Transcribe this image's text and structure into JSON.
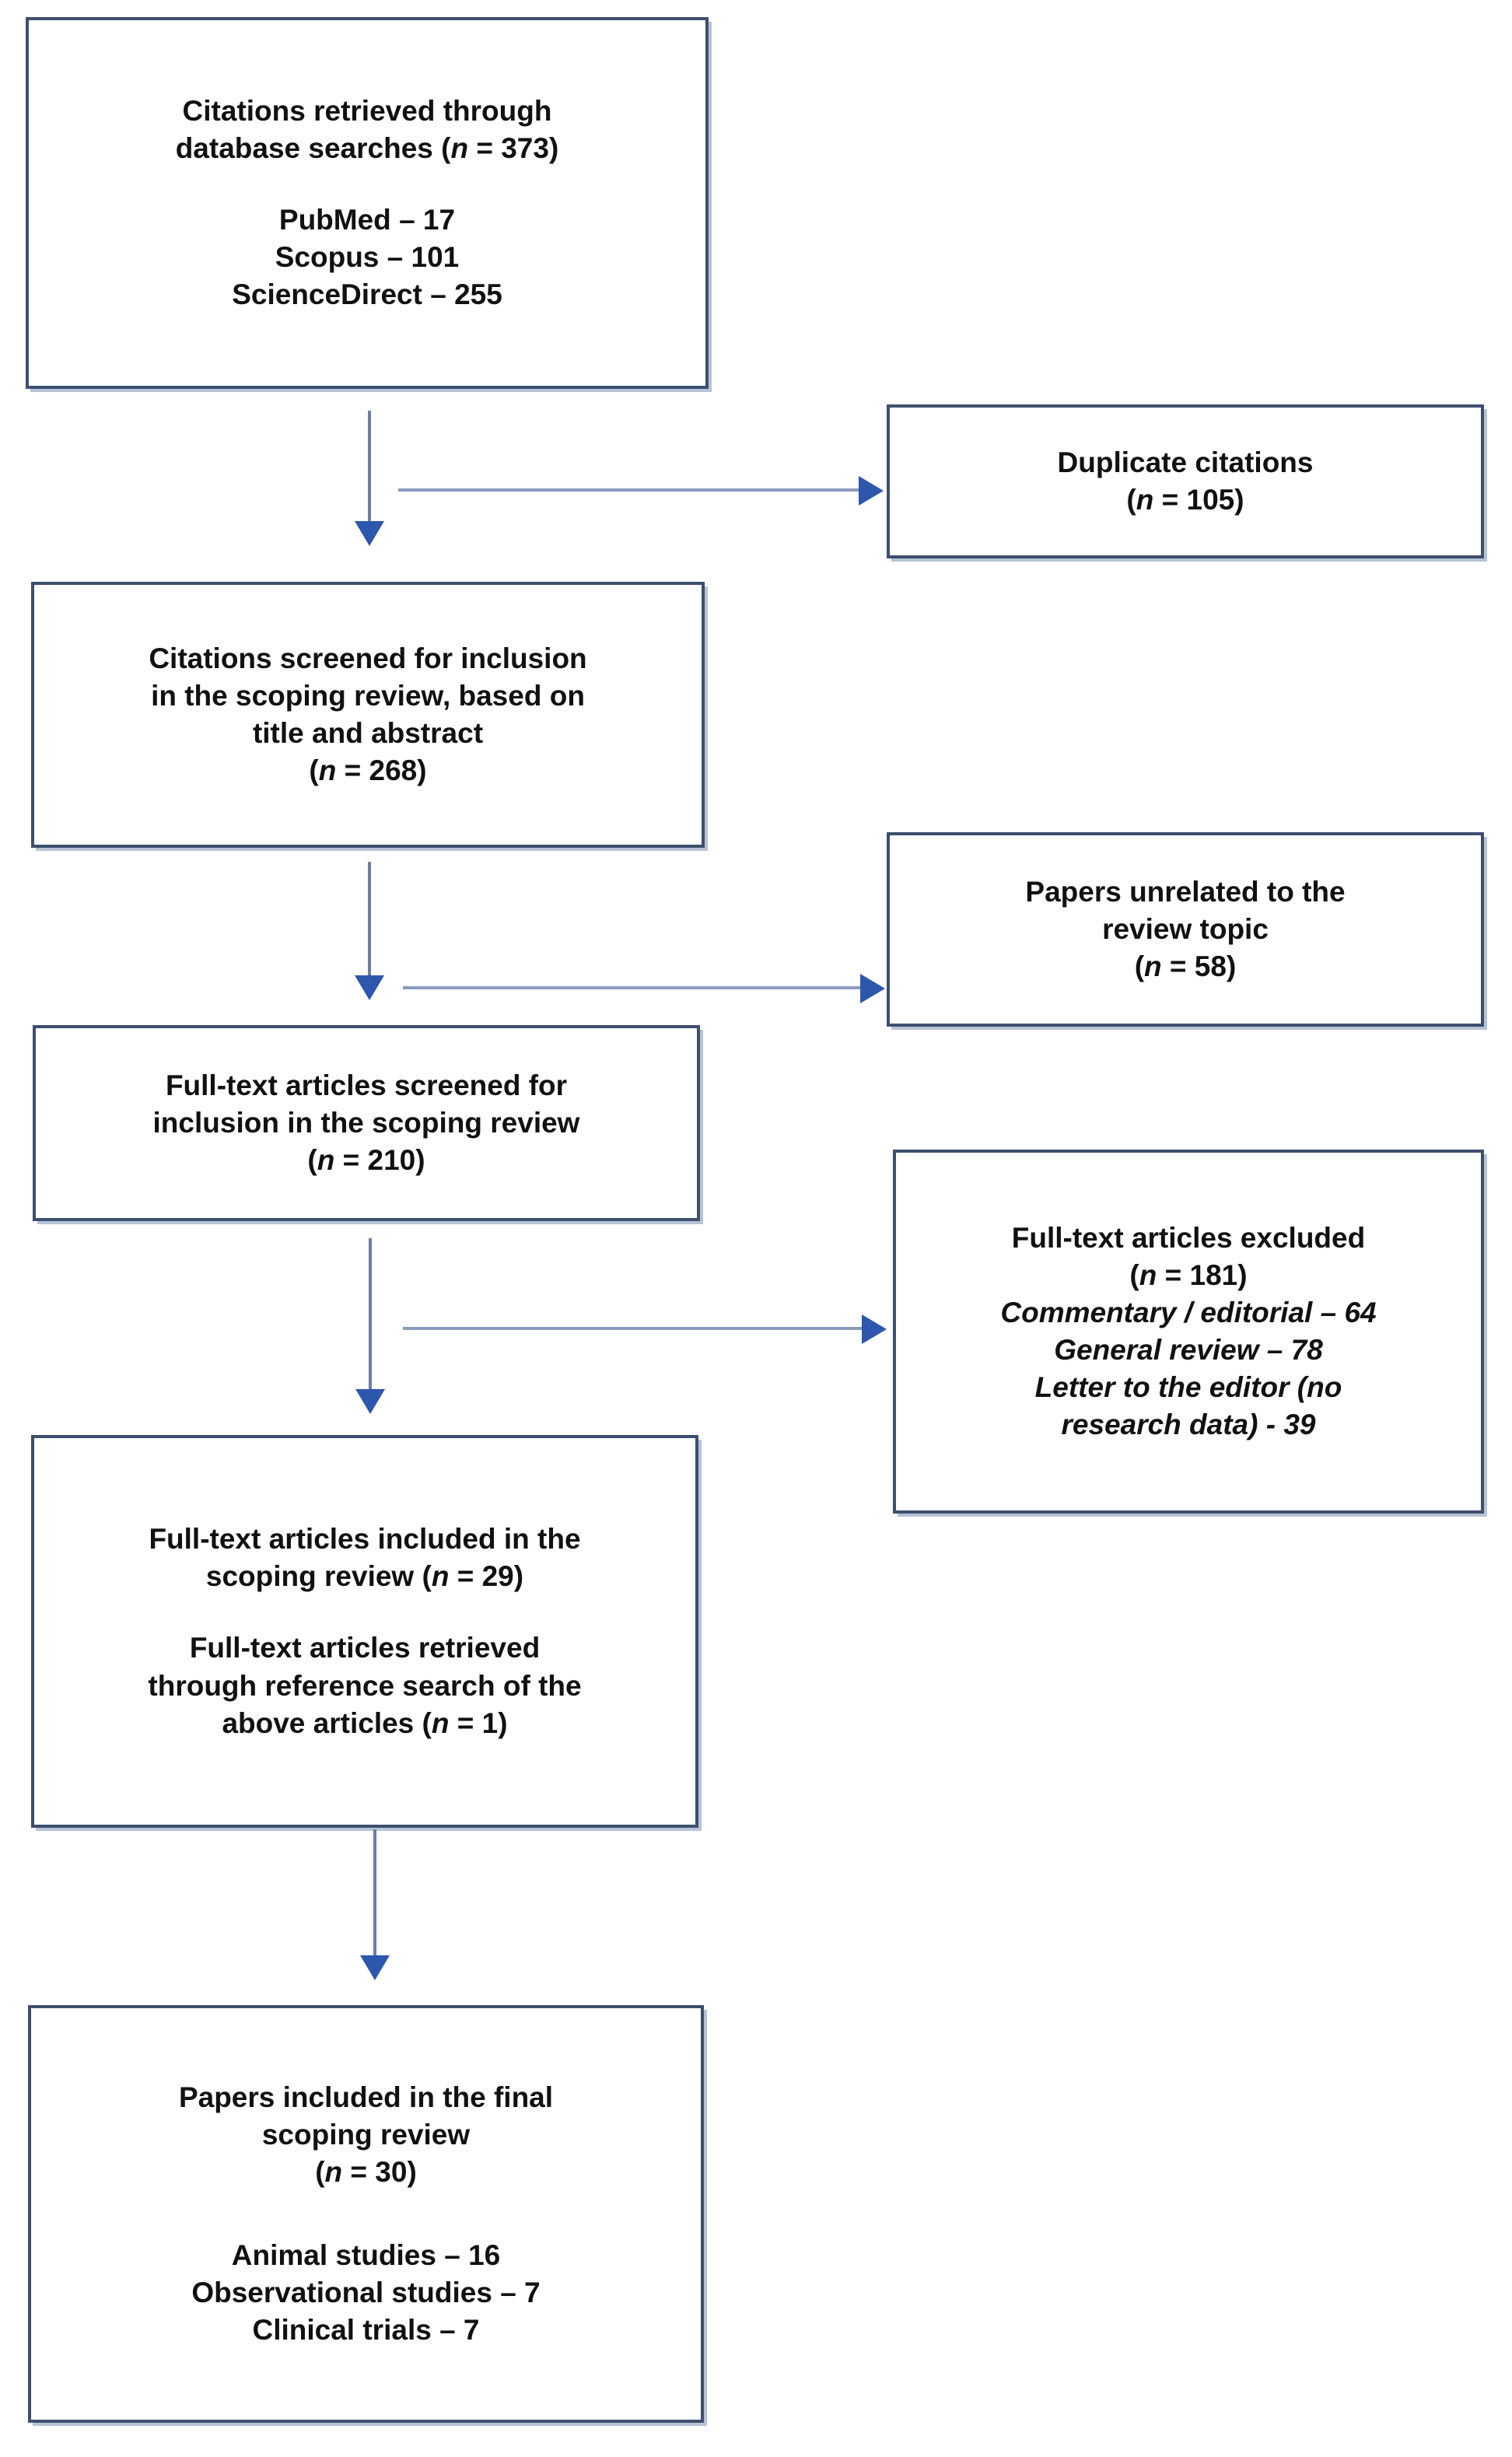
{
  "diagram": {
    "title": "PRISMA scoping review flow diagram",
    "colors": {
      "box_border": "#3d4f6e",
      "box_shadow": "#7a8fb2",
      "arrow_head": "#2c57ad",
      "arrow_line": "#8b9bbd",
      "background": "#ffffff",
      "text": "#111111"
    },
    "boxes": [
      {
        "id": "records-identified",
        "lines": [
          "Citations retrieved through",
          "database searches (n = 373)"
        ],
        "sub_lines": [
          "PubMed – 17",
          "Scopus – 101",
          "ScienceDirect – 255"
        ]
      },
      {
        "id": "duplicates-removed",
        "lines": [
          "Duplicate citations",
          "(n = 105)"
        ],
        "sub_lines": []
      },
      {
        "id": "records-screened",
        "lines": [
          "Citations screened for inclusion",
          "in the scoping review, based on",
          "title and abstract",
          "(n = 268)"
        ],
        "sub_lines": []
      },
      {
        "id": "records-excluded-unrelated",
        "lines": [
          "Papers unrelated to the",
          "review topic",
          "(n = 58)"
        ],
        "sub_lines": []
      },
      {
        "id": "fulltext-assessed",
        "lines": [
          "Full-text articles screened for",
          "inclusion in the scoping review",
          "(n = 210)"
        ],
        "sub_lines": []
      },
      {
        "id": "fulltext-excluded",
        "lines": [
          "Full-text articles excluded",
          "(n = 181)"
        ],
        "sub_lines": [
          "Commentary / editorial – 64",
          "General review – 78",
          "Letter to the editor (no",
          "research data) - 39"
        ]
      },
      {
        "id": "studies-included",
        "lines": [
          "Full-text articles included in the",
          "scoping review (n = 29)"
        ],
        "sub_lines": [
          "Full-text articles retrieved",
          "through reference search of the",
          "above articles (n = 1)"
        ]
      },
      {
        "id": "final-included",
        "lines": [
          "Papers included in the final",
          "scoping review",
          "(n = 30)"
        ],
        "sub_lines": [
          "Animal studies – 16",
          "Observational studies – 7",
          "Clinical trials – 7"
        ]
      }
    ]
  },
  "chart_data": {
    "type": "table",
    "title": "PRISMA scoping review flow diagram",
    "stages": [
      {
        "stage": "Citations retrieved through database searches",
        "n": 373
      },
      {
        "stage": "PubMed",
        "n": 17
      },
      {
        "stage": "Scopus",
        "n": 101
      },
      {
        "stage": "ScienceDirect",
        "n": 255
      },
      {
        "stage": "Duplicate citations",
        "n": 105
      },
      {
        "stage": "Citations screened for inclusion in the scoping review, based on title and abstract",
        "n": 268
      },
      {
        "stage": "Papers unrelated to the review topic",
        "n": 58
      },
      {
        "stage": "Full-text articles screened for inclusion in the scoping review",
        "n": 210
      },
      {
        "stage": "Full-text articles excluded",
        "n": 181
      },
      {
        "stage": "Commentary / editorial",
        "n": 64
      },
      {
        "stage": "General review",
        "n": 78
      },
      {
        "stage": "Letter to the editor (no research data)",
        "n": 39
      },
      {
        "stage": "Full-text articles included in the scoping review",
        "n": 29
      },
      {
        "stage": "Full-text articles retrieved through reference search of the above articles",
        "n": 1
      },
      {
        "stage": "Papers included in the final scoping review",
        "n": 30
      },
      {
        "stage": "Animal studies",
        "n": 16
      },
      {
        "stage": "Observational studies",
        "n": 7
      },
      {
        "stage": "Clinical trials",
        "n": 7
      }
    ]
  }
}
